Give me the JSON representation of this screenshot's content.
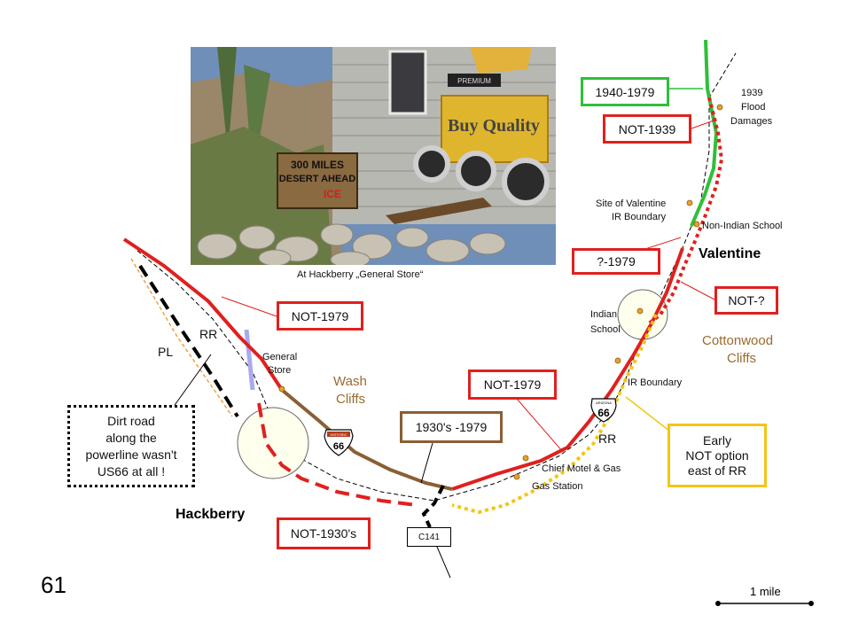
{
  "page_number": "61",
  "photo": {
    "caption": "At Hackberry „General Store“",
    "sign_line1": "300 MILES",
    "sign_line2": "DESERT AHEAD",
    "sign_line3": "ICE",
    "poster_text": "Buy Quality",
    "premium_text": "PREMIUM"
  },
  "boxes": {
    "green_1940_1979": "1940-1979",
    "not_1939": "NOT-1939",
    "q_1979": "?-1979",
    "not_q": "NOT-?",
    "not_1979_left": "NOT-1979",
    "not_1979_mid": "NOT-1979",
    "range_1930s_1979": "1930's -1979",
    "not_1930s": "NOT-1930's",
    "early_line1": "Early",
    "early_line2": "NOT option",
    "early_line3": "east of RR",
    "dirt_line1": "Dirt road",
    "dirt_line2": "along the",
    "dirt_line3": "powerline wasn't",
    "dirt_line4": "US66 at all !",
    "c141": "C141"
  },
  "labels": {
    "flood_line1": "1939",
    "flood_line2": "Flood",
    "flood_line3": "Damages",
    "site_valentine_line1": "Site of Valentine",
    "site_valentine_line2": "IR Boundary",
    "non_indian_school": "Non-Indian School",
    "valentine": "Valentine",
    "indian_school_line1": "Indian",
    "indian_school_line2": "School",
    "cottonwood_line1": "Cottonwood",
    "cottonwood_line2": "Cliffs",
    "ir_boundary": "IR Boundary",
    "rr_right": "RR",
    "chief_motel": "Chief Motel & Gas",
    "gas_station": "Gas Station",
    "wash_line1": "Wash",
    "wash_line2": "Cliffs",
    "general_store_line1": "General",
    "general_store_line2": "Store",
    "rr_left": "RR",
    "pl": "PL",
    "hackberry": "Hackberry",
    "shield_number": "66",
    "shield_top": "HISTORIC",
    "shield_right_number": "66",
    "shield_right_top": "ARIZONA"
  },
  "scale": {
    "label": "1 mile"
  },
  "colors": {
    "route_red": "#e0201e",
    "route_green": "#2fbf3a",
    "route_brown": "#8b5e34",
    "route_yellow": "#f2c614",
    "powerline_orange": "#f0a040",
    "fence_blue": "#a9a9f2"
  }
}
